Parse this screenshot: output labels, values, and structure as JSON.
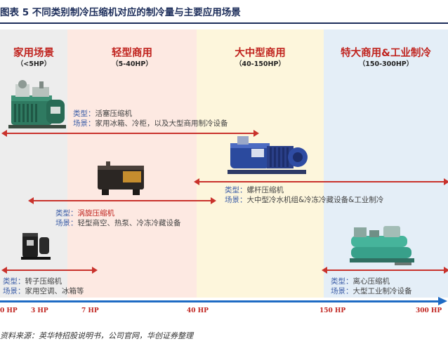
{
  "figure": {
    "title": "图表 5   不同类别制冷压缩机对应的制冷量与主要应用场景",
    "source": "资料来源：英华特招股说明书，公司官网，华创证券整理"
  },
  "bands": [
    {
      "name": "家用场景",
      "range": "（<5HP）"
    },
    {
      "name": "轻型商用",
      "range": "（5-40HP）"
    },
    {
      "name": "大中型商用",
      "range": "（40-150HP）"
    },
    {
      "name": "特大商用&工业制冷",
      "range": "（150-300HP）"
    }
  ],
  "compressors": {
    "piston": {
      "type_key": "类型：",
      "type": "活塞压缩机",
      "scene_key": "场景：",
      "scene": "家用冰箱、冷柜，以及大型商用制冷设备"
    },
    "screw": {
      "type_key": "类型：",
      "type": "螺杆压缩机",
      "scene_key": "场景：",
      "scene": "大中型冷水机组&冷冻冷藏设备&工业制冷"
    },
    "scroll": {
      "type_key": "类型：",
      "type": "涡旋压缩机",
      "scene_key": "场景：",
      "scene": "轻型商空、热泵、冷冻冷藏设备"
    },
    "rotor": {
      "type_key": "类型：",
      "type": "转子压缩机",
      "scene_key": "场景：",
      "scene": "家用空调、冰箱等"
    },
    "centrifugal": {
      "type_key": "类型：",
      "type": "离心压缩机",
      "scene_key": "场景：",
      "scene": "大型工业制冷设备"
    }
  },
  "axis": {
    "ticks": [
      "0 HP",
      "3 HP",
      "7 HP",
      "40 HP",
      "150 HP",
      "300 HP"
    ]
  },
  "colors": {
    "band_1": "#ededed",
    "band_2": "#fde9e2",
    "band_3": "#fdf6dc",
    "band_4": "#e4eef7",
    "range_arrow": "#c9322c",
    "axis": "#1f6bc4",
    "title": "#1c2d5a",
    "heading_red": "#c0241f"
  }
}
